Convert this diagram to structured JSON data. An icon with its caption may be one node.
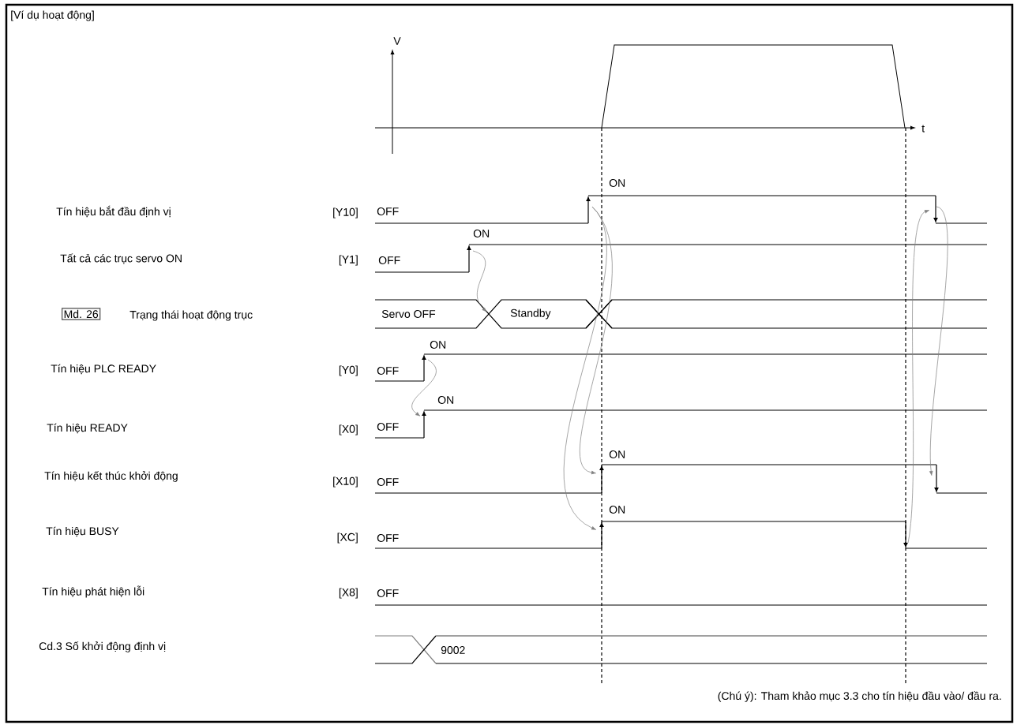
{
  "diagram": {
    "title": "[Ví dụ hoạt động]",
    "caption": "(Chú ý): Tham khảo mục 3.3 cho tín hiệu đầu vào/ đầu ra.",
    "labels": [
      "V",
      "t",
      "ON",
      "Tín hiệu bắt đầu định vị",
      "[Y10]",
      "OFF",
      "ON",
      "Tất cả các trục servo ON",
      "[Y1]",
      "OFF",
      "Md. 26",
      "Trạng thái hoạt động trục",
      "Servo OFF",
      "Standby",
      "ON",
      "Tín hiệu PLC READY",
      "[Y0]",
      "OFF",
      "ON",
      "Tín hiệu READY",
      "[X0]",
      "OFF",
      "ON",
      "Tín hiệu kết thúc khởi động",
      "[X10]",
      "OFF",
      "ON",
      "Tín hiệu BUSY",
      "[XC]",
      "OFF",
      "Tín hiệu phát hiện lỗi",
      "[X8]",
      "OFF",
      "Cd.3 Số khởi động định vị",
      "9002"
    ]
  }
}
